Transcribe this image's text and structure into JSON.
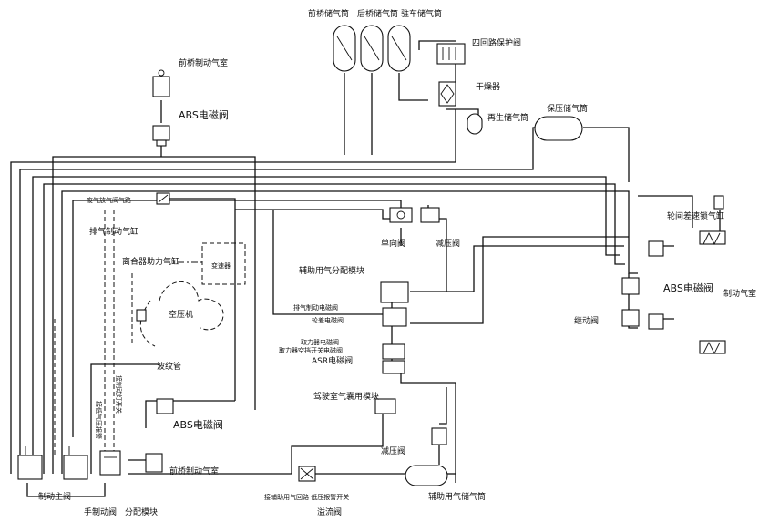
{
  "labels": {
    "front_axle_tank": "前桥储气筒",
    "rear_axle_tank": "后桥储气筒",
    "parking_tank": "驻车储气筒",
    "four_circuit_valve": "四回路保护阀",
    "dryer": "干燥器",
    "regen_tank": "再生储气筒",
    "pressure_tank": "保压储气筒",
    "front_brake_chamber_top": "前桥制动气室",
    "abs_valve_top": "ABS电磁阀",
    "exhaust_brake_valve": "废气放气阀气路",
    "exhaust_brake_cylinder": "排气制动气缸",
    "clutch_cylinder": "离合器助力气缸",
    "gearbox": "变速器",
    "compressor": "空压机",
    "bellows": "波纹管",
    "check_valve": "单向阀",
    "reducing_valve_top": "减压阀",
    "aux_module": "辅助用气分配模块",
    "exhaust_solenoid": "排气制动电磁阀",
    "diff_solenoid": "轮差电磁阀",
    "pto_solenoid": "取力器电磁阀",
    "pto_switch_solenoid": "取力器空挡开关电磁阀",
    "asr_solenoid": "ASR电磁阀",
    "wheel_diff_cylinder": "轮间差速锁气缸",
    "abs_valve_right": "ABS电磁阀",
    "brake_chamber_right": "制动气室",
    "relay_valve": "继动阀",
    "cab_module": "驾驶室气囊用模块",
    "abs_valve_bottom": "ABS电磁阀",
    "front_brake_chamber_bottom": "前桥制动气室",
    "reducing_valve_bottom": "减压阀",
    "aux_tank": "辅助用气储气筒",
    "low_pressure_switch": "接辅助用气回路 低压报警开关",
    "overflow_valve": "溢流阀",
    "distribution_module": "分配模块",
    "hand_valve": "手制动阀",
    "main_brake_valve": "制动主阀",
    "low_pressure_alarm_left": "接低气压报警",
    "brake_light_switch": "接制动灯开关"
  }
}
